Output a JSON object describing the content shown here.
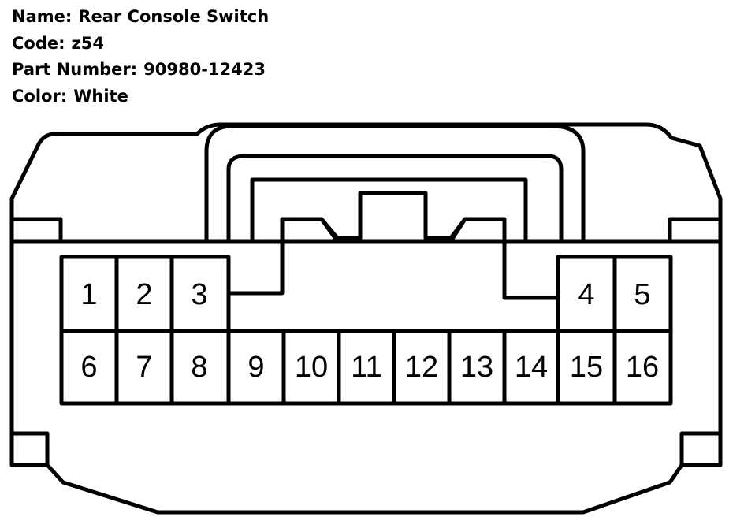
{
  "header": {
    "name_label": "Name:",
    "name_value": "Rear Console Switch",
    "code_label": "Code:",
    "code_value": "z54",
    "part_label": "Part Number:",
    "part_value": "90980-12423",
    "color_label": "Color:",
    "color_value": "White"
  },
  "connector": {
    "top_row_pins": [
      "1",
      "2",
      "3",
      "4",
      "5"
    ],
    "bottom_row_pins": [
      "6",
      "7",
      "8",
      "9",
      "10",
      "11",
      "12",
      "13",
      "14",
      "15",
      "16"
    ]
  }
}
